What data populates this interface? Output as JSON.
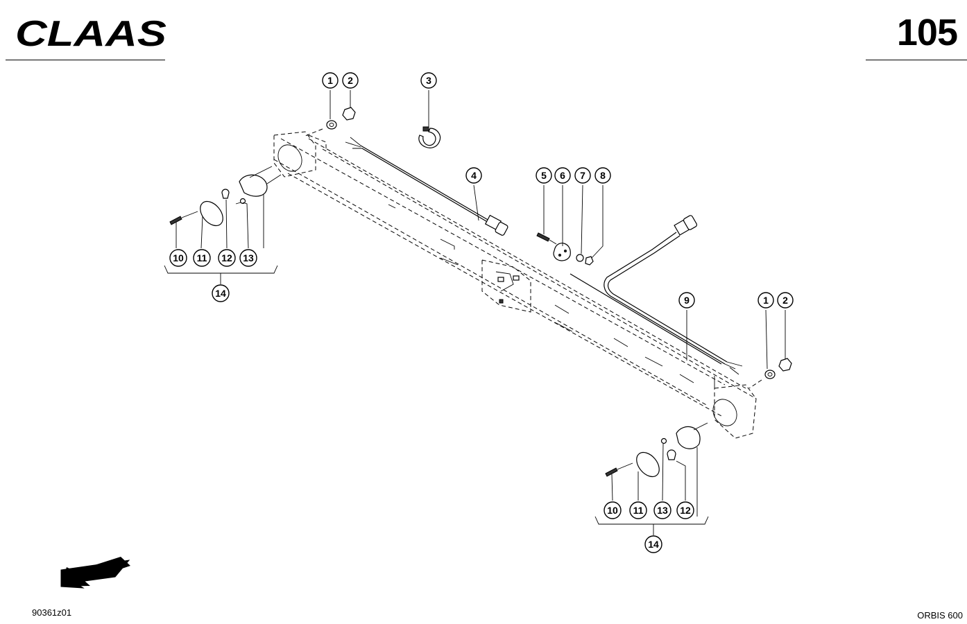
{
  "header": {
    "brand": "CLAAS",
    "page_number": "105"
  },
  "footer": {
    "drawing_code": "90361z01",
    "model": "ORBIS 600"
  },
  "callouts": {
    "c1a": "1",
    "c2a": "2",
    "c3": "3",
    "c4": "4",
    "c5": "5",
    "c6": "6",
    "c7": "7",
    "c8": "8",
    "c9": "9",
    "c1b": "1",
    "c2b": "2",
    "l10": "10",
    "l11": "11",
    "l12": "12",
    "l13": "13",
    "l14": "14",
    "r10": "10",
    "r11": "11",
    "r13": "13",
    "r12": "12",
    "r14": "14"
  }
}
